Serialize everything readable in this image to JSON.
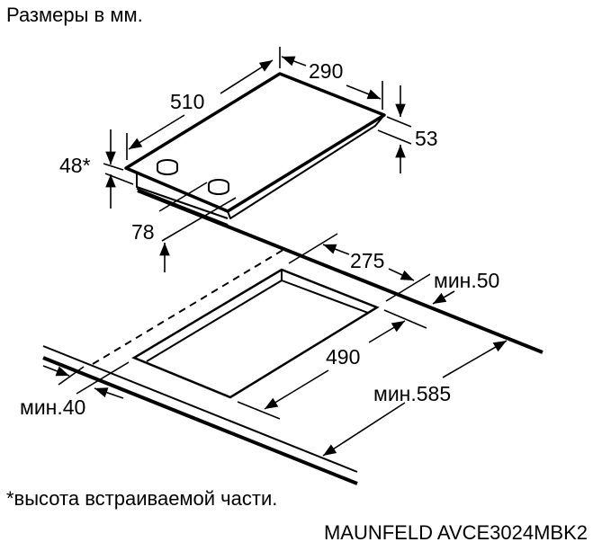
{
  "title": "Размеры в мм.",
  "footnote": "*высота встраиваемой части.",
  "model": "MAUNFELD AVCE3024MBK2",
  "dimensions": {
    "hob_length": "510",
    "hob_width": "290",
    "hob_height": "53",
    "built_in_height": "48*",
    "knob_offset": "78",
    "cutout_width": "275",
    "cutout_length": "490",
    "min_back": "мин.50",
    "min_front": "мин.40",
    "min_depth": "мин.585"
  },
  "colors": {
    "ink": "#000000",
    "background": "#ffffff"
  }
}
